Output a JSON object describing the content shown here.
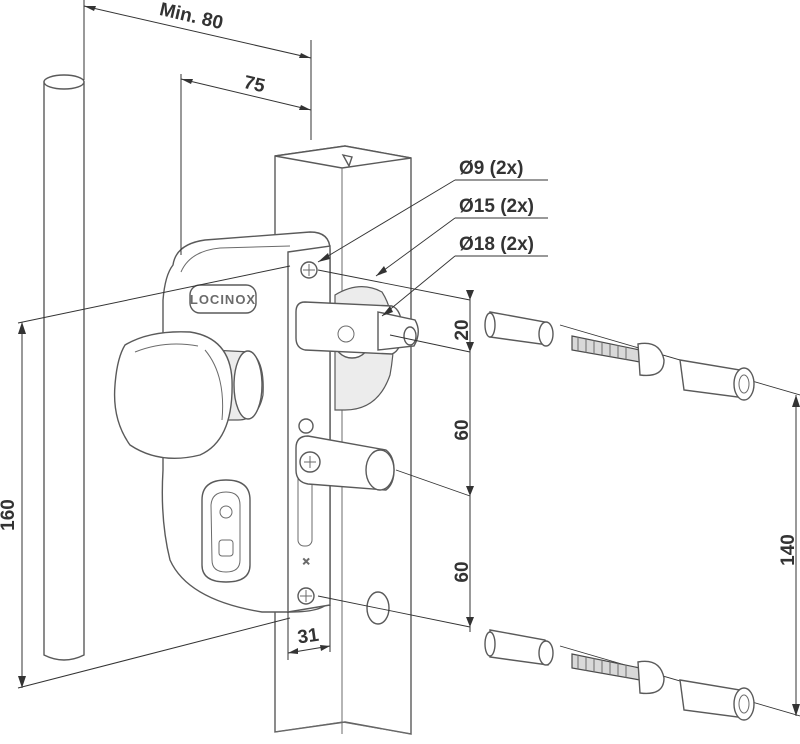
{
  "dimensions": {
    "min_width": "Min. 80",
    "width_75": "75",
    "height_160": "160",
    "width_31": "31",
    "spacing_20": "20",
    "spacing_60_upper": "60",
    "spacing_60_lower": "60",
    "spacing_140": "140"
  },
  "callouts": {
    "hole_9": "Ø9 (2x)",
    "hole_15": "Ø15 (2x)",
    "hole_18": "Ø18 (2x)"
  },
  "brand": "LOCINOX"
}
